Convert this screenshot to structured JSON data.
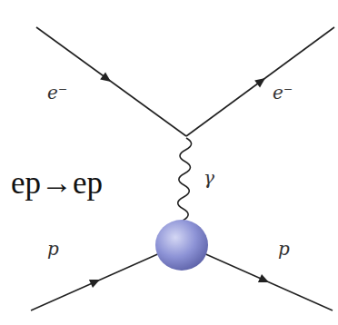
{
  "diagram": {
    "labels": [
      "e⁻",
      "e⁻",
      "γ",
      "ep→ep",
      "p",
      "p"
    ]
  }
}
